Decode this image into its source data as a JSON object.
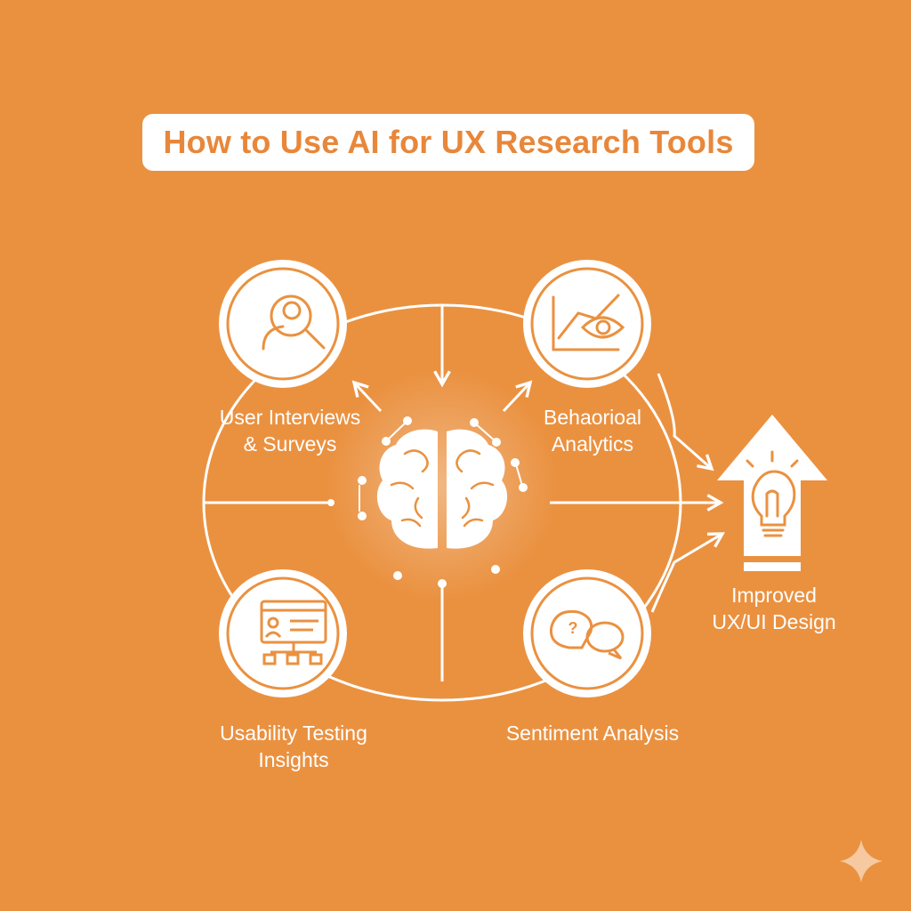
{
  "title": "How to Use AI for UX Research Tools",
  "center": {
    "icon": "brain-icon"
  },
  "nodes": [
    {
      "icon": "user-search-icon",
      "line1": "User Interviews",
      "line2": "& Surveys"
    },
    {
      "icon": "analytics-eye-icon",
      "line1": "Behaorioal",
      "line2": "Analytics"
    },
    {
      "icon": "usability-window-icon",
      "line1": "Usability Testing",
      "line2": "Insights"
    },
    {
      "icon": "chat-bubbles-icon",
      "line1": "Sentiment Analysis",
      "line2": ""
    }
  ],
  "outcome": {
    "icon": "lightbulb-arrow-icon",
    "line1": "Improved",
    "line2": "UX/UI Design"
  },
  "colors": {
    "background": "#EA9140",
    "accent": "#E8873A",
    "foreground": "#FFFFFF"
  }
}
